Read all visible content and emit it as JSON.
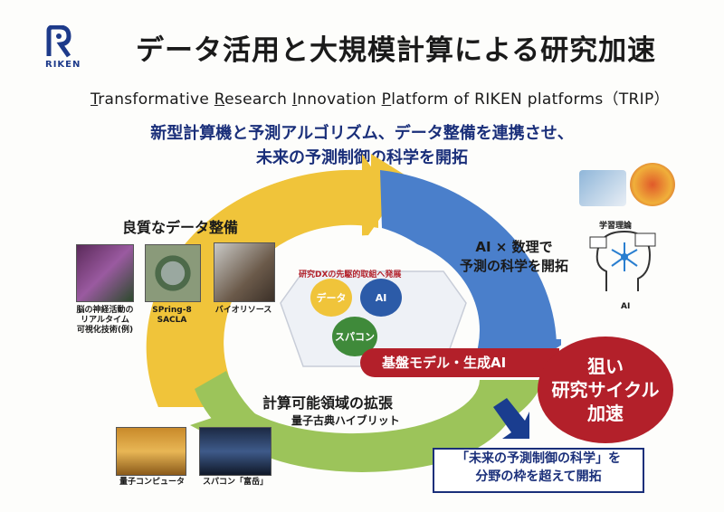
{
  "header": {
    "logo_text": "RIKEN",
    "title": "データ活用と大規模計算による研究加速"
  },
  "subtitle": {
    "t1": "T",
    "r1": "ransformative ",
    "t2": "R",
    "r2": "esearch ",
    "t3": "I",
    "r3": "nnovation ",
    "t4": "P",
    "r4": "latform of RIKEN platforms（TRIP）"
  },
  "headline": {
    "line1": "新型計算機と予測アルゴリズム、データ整備を連携させ、",
    "line2": "未来の予測制御の科学を開拓"
  },
  "cycle": {
    "data_label": "良質なデータ整備",
    "ai_label_1": "AI × 数理で",
    "ai_label_2": "予測の科学を開拓",
    "compute_label": "計算可能領域の拡張",
    "compute_sub": "量子古典ハイブリット",
    "center_caption": "研究DXの先駆的取組へ発展",
    "circle_data": "データ",
    "circle_ai": "AI",
    "circle_super": "スパコン",
    "foundation": "基盤モデル・生成AI"
  },
  "images": {
    "brain_1": "脳の神経活動の",
    "brain_2": "リアルタイム",
    "brain_3": "可視化技術(例)",
    "spring_1": "SPring-8",
    "spring_2": "SACLA",
    "bio": "バイオリソース",
    "quantum": "量子コンピュータ",
    "fugaku": "スパコン「富岳」",
    "learning_theory": "学習理論",
    "ai_caption": "AI"
  },
  "target": {
    "l1": "狙い",
    "l2": "研究サイクル",
    "l3": "加速"
  },
  "future": {
    "l1": "「未来の予測制御の科学」を",
    "l2": "分野の枠を超えて開拓"
  },
  "colors": {
    "yellow": "#f0c43a",
    "blue": "#4a7fcb",
    "green": "#9cc45a",
    "red": "#b3202a",
    "navy": "#1a2f7a"
  }
}
